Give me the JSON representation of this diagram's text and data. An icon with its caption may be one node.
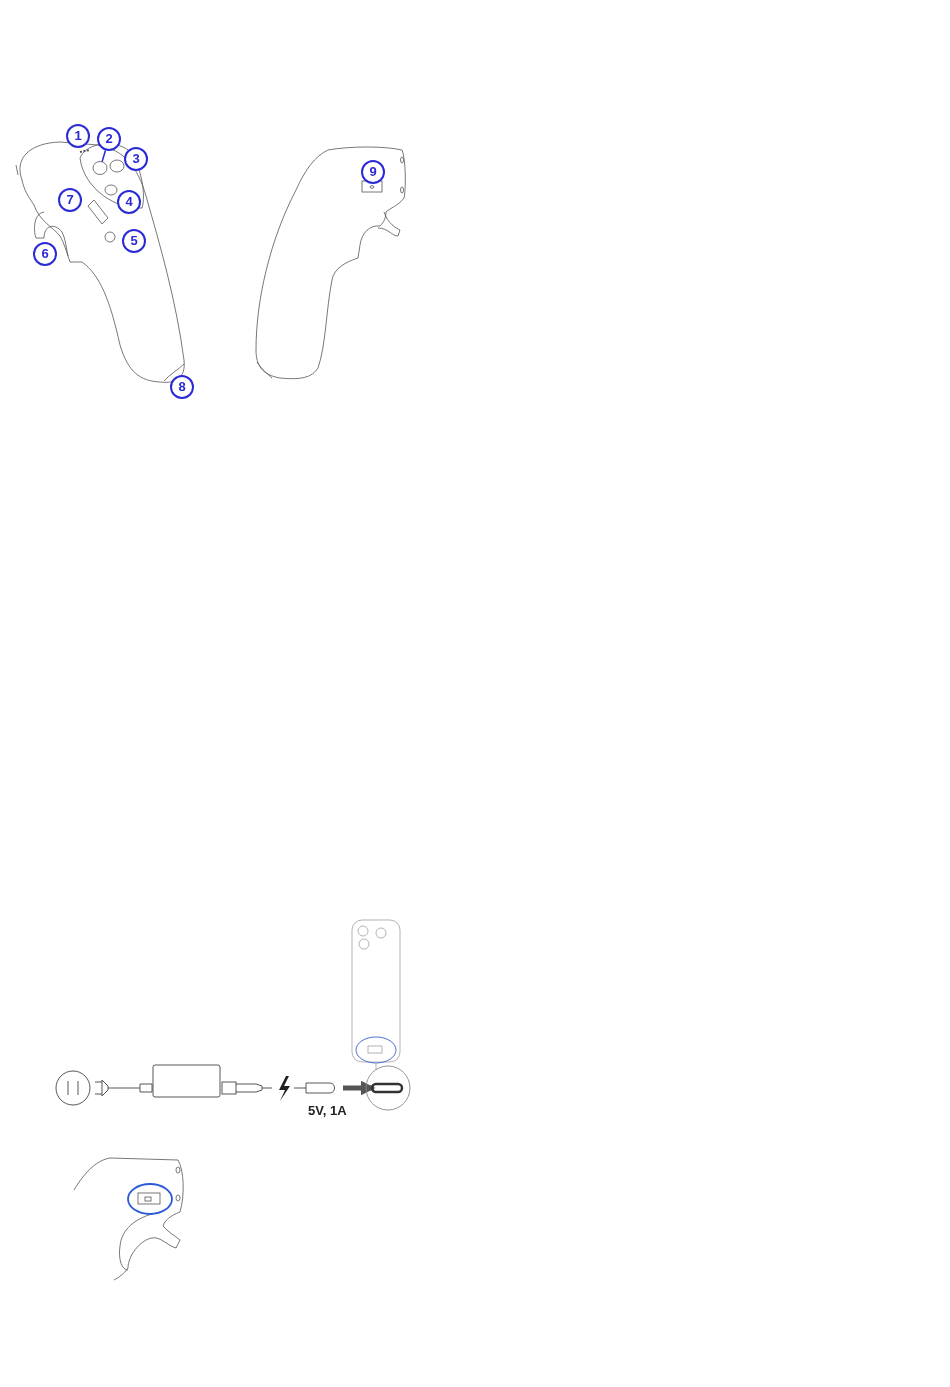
{
  "diagram": {
    "nodes": [
      {
        "text": [
          "1"
        ]
      },
      {
        "text": [
          "2"
        ]
      },
      {
        "text": [
          "3"
        ]
      },
      {
        "text": [
          "9"
        ]
      },
      {
        "text": [
          "7"
        ]
      },
      {
        "text": [
          "4"
        ]
      },
      {
        "text": [
          "5"
        ]
      },
      {
        "text": [
          "6"
        ]
      },
      {
        "text": [
          "8"
        ]
      },
      {
        "text": [],
        "shape": "circle"
      }
    ],
    "edges": [
      {
        "from": 1,
        "to": 9,
        "arrow": "none"
      }
    ],
    "labels": [
      "5V, 1A"
    ]
  }
}
